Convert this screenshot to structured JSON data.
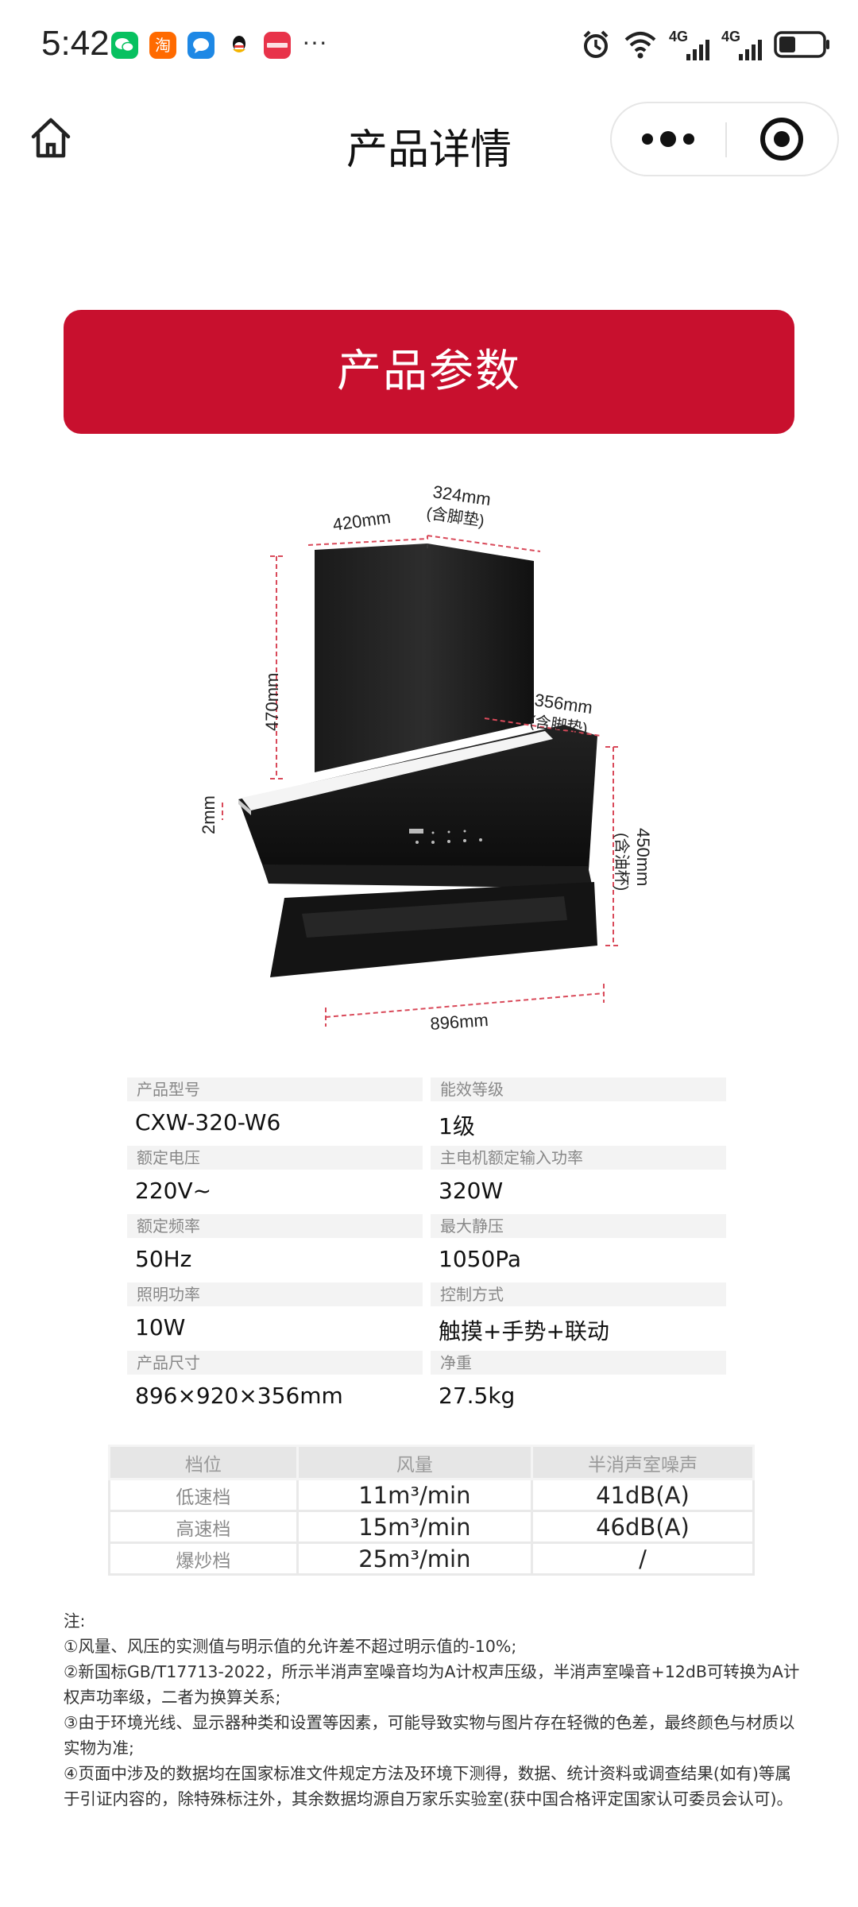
{
  "status_bar": {
    "time": "5:42",
    "more": "···",
    "network1": "4G",
    "network2": "4G",
    "apps": [
      {
        "name": "wechat-icon",
        "color": "#07c160"
      },
      {
        "name": "taobao-icon",
        "color": "#ff5000"
      },
      {
        "name": "messages-icon",
        "color": "#1e88e5"
      },
      {
        "name": "qq-icon",
        "color": "#ffffff"
      },
      {
        "name": "huawei-icon",
        "color": "#e8334a"
      }
    ]
  },
  "nav": {
    "title": "产品详情"
  },
  "banner": {
    "title": "产品参数"
  },
  "diagram": {
    "dim_top_depth": "324mm",
    "dim_top_depth_note": "(含脚垫)",
    "dim_top_width": "420mm",
    "dim_height": "470mm",
    "dim_gap": "2mm",
    "dim_panel_depth": "356mm",
    "dim_panel_depth_note": "(含脚垫)",
    "dim_body_height": "450mm",
    "dim_body_height_note": "(含油杯)",
    "dim_total_width": "896mm"
  },
  "specs": [
    {
      "left_label": "产品型号",
      "left_value": "CXW-320-W6",
      "right_label": "能效等级",
      "right_value": "1级"
    },
    {
      "left_label": "额定电压",
      "left_value": "220V~",
      "right_label": "主电机额定输入功率",
      "right_value": "320W"
    },
    {
      "left_label": "额定频率",
      "left_value": "50Hz",
      "right_label": "最大静压",
      "right_value": "1050Pa"
    },
    {
      "left_label": "照明功率",
      "left_value": "10W",
      "right_label": "控制方式",
      "right_value": "触摸+手势+联动"
    },
    {
      "left_label": "产品尺寸",
      "left_value": "896×920×356mm",
      "right_label": "净重",
      "right_value": "27.5kg"
    }
  ],
  "performance": {
    "headers": [
      "档位",
      "风量",
      "半消声室噪声"
    ],
    "rows": [
      {
        "level": "低速档",
        "airflow": "11m³/min",
        "noise": "41dB(A)"
      },
      {
        "level": "高速档",
        "airflow": "15m³/min",
        "noise": "46dB(A)"
      },
      {
        "level": "爆炒档",
        "airflow": "25m³/min",
        "noise": "/"
      }
    ]
  },
  "notes": {
    "title": "注:",
    "items": [
      "①风量、风压的实测值与明示值的允许差不超过明示值的-10%;",
      "②新国标GB/T17713-2022，所示半消声室噪音均为A计权声压级，半消声室噪音+12dB可转换为A计权声功率级，二者为换算关系;",
      "③由于环境光线、显示器种类和设置等因素，可能导致实物与图片存在轻微的色差，最终颜色与材质以实物为准;",
      "④页面中涉及的数据均在国家标准文件规定方法及环境下测得，数据、统计资料或调查结果(如有)等属于引证内容的，除特殊标注外，其余数据均源自万家乐实验室(获中国合格评定国家认可委员会认可)。"
    ]
  }
}
